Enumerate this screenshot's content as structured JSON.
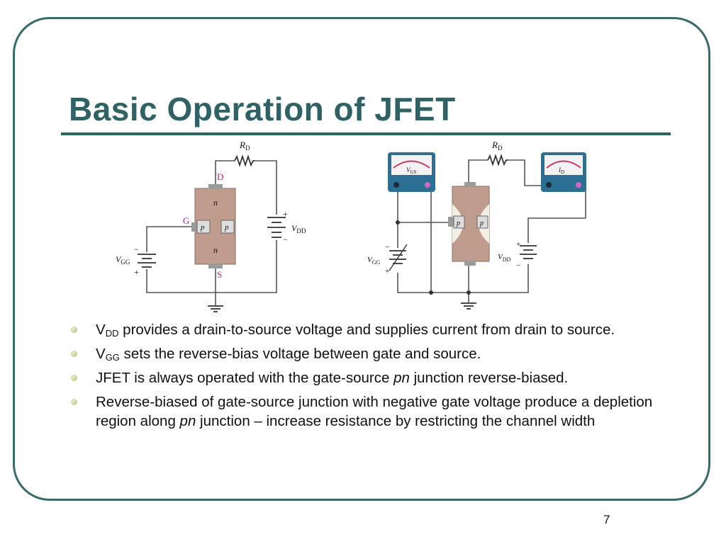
{
  "slide": {
    "title": "Basic Operation of JFET",
    "page_number": "7"
  },
  "bullets": [
    {
      "pre": "V",
      "sub": "DD",
      "text": " provides a drain-to-source voltage and supplies current from drain to source."
    },
    {
      "pre": "V",
      "sub": "GG",
      "text": " sets the reverse-bias voltage between gate and source."
    },
    {
      "t1": "JFET is always operated with the gate-source ",
      "em": "pn",
      "t2": " junction reverse-biased."
    },
    {
      "t1": "Reverse-biased of gate-source junction with negative gate voltage produce a depletion region along ",
      "em": "pn",
      "t2": " junction – increase resistance by restricting the channel width"
    }
  ],
  "figure1": {
    "rd": "R",
    "rd_sub": "D",
    "drain": "D",
    "gate": "G",
    "source": "S",
    "n": "n",
    "p": "p",
    "vdd": "V",
    "vdd_sub": "DD",
    "vgg": "V",
    "vgg_sub": "GG",
    "plus": "+",
    "minus": "−"
  },
  "figure2": {
    "rd": "R",
    "rd_sub": "D",
    "meter1": "V",
    "meter1_sub": "GS",
    "meter2": "I",
    "meter2_sub": "D",
    "p": "p",
    "vdd": "V",
    "vdd_sub": "DD",
    "vgg": "V",
    "vgg_sub": "GG",
    "plus": "+",
    "minus": "−"
  },
  "colors": {
    "title": "#2f6265",
    "frame": "#3a6a6c",
    "channel": "#c09c8c",
    "terminal_label": "#cc1a78",
    "meter_face": "#2b6f95",
    "bullet": "#c4c98a"
  }
}
